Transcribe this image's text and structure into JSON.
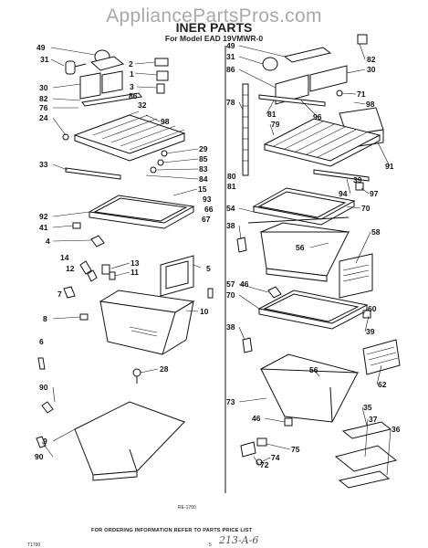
{
  "watermark": "AppliancePartsPros.com",
  "title": "INER PARTS",
  "model_line": "For Model EAD 19VMWR-0",
  "order_note": "FOR ORDERING INFORMATION REFER TO PARTS PRICE LIST",
  "catalog_code": "T1700",
  "page_number": "5",
  "ref_label": "RE-1700",
  "handwritten_note": "213-A-6",
  "callouts_left": [
    "49",
    "31",
    "2",
    "1",
    "3",
    "30",
    "82",
    "76",
    "86",
    "32",
    "24",
    "98",
    "29",
    "85",
    "83",
    "84",
    "33",
    "15",
    "93",
    "66",
    "92",
    "67",
    "41",
    "4",
    "14",
    "12",
    "13",
    "11",
    "5",
    "7",
    "10",
    "8",
    "6",
    "28",
    "90",
    "9",
    "90"
  ],
  "callouts_right": [
    "49",
    "31",
    "82",
    "30",
    "86",
    "71",
    "78",
    "81",
    "79",
    "98",
    "96",
    "91",
    "80",
    "81",
    "39",
    "97",
    "94",
    "70",
    "54",
    "38",
    "56",
    "58",
    "46",
    "57",
    "70",
    "60",
    "38",
    "39",
    "56",
    "62",
    "73",
    "35",
    "37",
    "36",
    "46",
    "75",
    "74",
    "72"
  ]
}
